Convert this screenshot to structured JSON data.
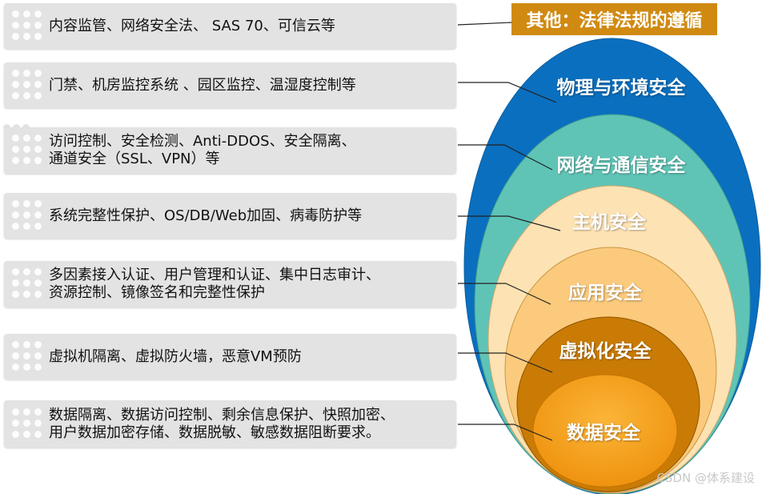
{
  "legal_label": "其他：法律法规的遵循",
  "layers": [
    {
      "label": "物理与环境安全",
      "color": "#0a6fbf"
    },
    {
      "label": "网络与通信安全",
      "color": "#5fc4b6"
    },
    {
      "label": "主机安全",
      "color": "#fde2b3"
    },
    {
      "label": "应用安全",
      "color": "#fcca7c"
    },
    {
      "label": "虚拟化安全",
      "color": "#c97b05"
    },
    {
      "label": "数据安全",
      "color": "#f29c16"
    }
  ],
  "boxes": [
    {
      "text": "内容监管、网络安全法、  SAS 70、可信云等"
    },
    {
      "text": "门禁、机房监控系统 、园区监控、温湿度控制等"
    },
    {
      "text": "访问控制、安全检测、Anti-DDOS、安全隔离、\n通道安全（SSL、VPN）等"
    },
    {
      "text": "系统完整性保护、OS/DB/Web加固、病毒防护等"
    },
    {
      "text": "多因素接入认证、用户管理和认证、集中日志审计、\n资源控制、镜像签名和完整性保护"
    },
    {
      "text": "虚拟机隔离、虚拟防火墙，恶意VM预防"
    },
    {
      "text": "数据隔离、数据访问控制、剩余信息保护、快照加密、\n用户数据加密存储、数据脱敏、敏感数据阻断要求。"
    }
  ],
  "watermark": "CSDN @体系建设"
}
